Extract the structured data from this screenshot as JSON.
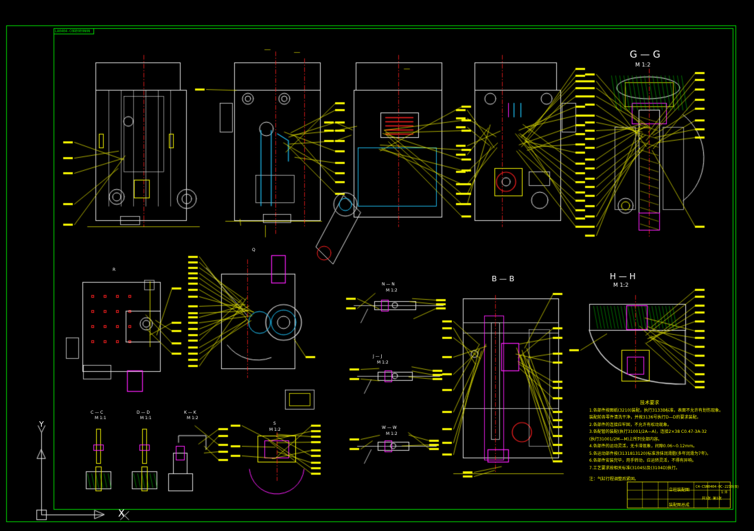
{
  "drawing": {
    "top_tag": "LA0404-C0RE0E0N0N",
    "colors": {
      "background": "#000000",
      "frame": "#00e000",
      "outline": "#e6e6e6",
      "leader": "#f5f500",
      "center": "#ff2020",
      "pipe": "#20c8ff",
      "magenta": "#ff20ff"
    }
  },
  "sections": {
    "gg": {
      "title": "G — G",
      "scale": "M 1:2"
    },
    "hh": {
      "title": "H — H",
      "scale": "M 1:2"
    },
    "bb": {
      "title": "B — B"
    },
    "nn": {
      "title": "N — N",
      "scale": "M 1:2"
    },
    "jj": {
      "title": "J — J",
      "scale": "M 1:2"
    },
    "ww": {
      "title": "W — W",
      "scale": "M 1:2"
    },
    "cc": {
      "title": "C — C",
      "scale": "M 1:1"
    },
    "dd": {
      "title": "D — D",
      "scale": "M 1:1"
    },
    "kk": {
      "title": "K — K",
      "scale": "M 1:2"
    },
    "s": {
      "title": "S",
      "scale": "M 1:2"
    },
    "r": {
      "title": "R"
    },
    "q": {
      "title": "Q"
    }
  },
  "notes": {
    "heading": "技术要求",
    "lines": [
      "1.各部件按图纸(3210)装配，执行3133B标准，表面不允许有划伤现象。",
      "  装配前各零件清洗干净，并按3136号执行D—D的要求装配。",
      "2.各部件的连接应牢固，不允许有松动现象。",
      "3.各配管的装配(执行31001/2A—A)，连接2×38 C0.47-3A-32",
      "  (执行31001/2M—M)上所列全部内容。",
      "4.各部件的运动灵活，无卡滞现象，间隙0.06~0.12mm。",
      "5.各运动部件按(3131813120)标准涂抹润滑脂(多年润滑为7年)。",
      "6.各部件安装完毕，用手转动，应运转灵活，不得有异响。",
      "7.工艺要求按相关标准(3104S)及(3104D)执行。",
      "注：气缸行程调整后紧固。"
    ]
  },
  "title_block": {
    "drawing_name": "立柱装配图",
    "drawing_sub": "装配图总成",
    "scale": "1:8",
    "sheet": "共1张 第1张",
    "code": "C4-CSN0404-0C-2210(B)"
  },
  "axes": {
    "y_label": "Y",
    "x_label": "X"
  }
}
